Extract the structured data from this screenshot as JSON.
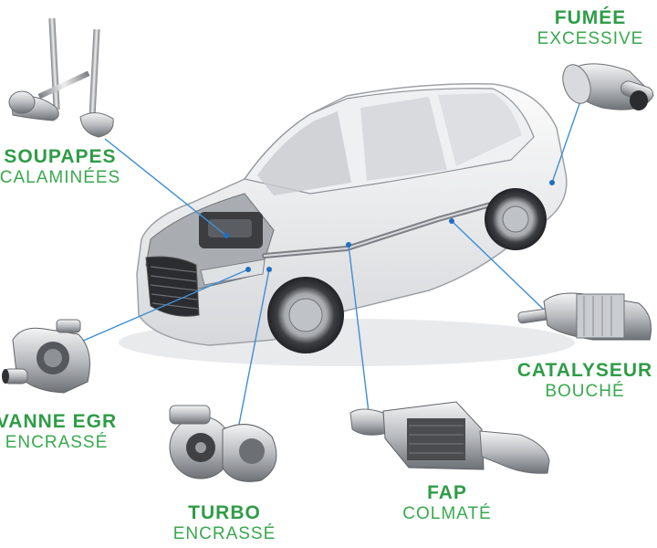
{
  "colors": {
    "label_title": "#2f9c47",
    "label_sub": "#3aa84f",
    "leader_line": "#3d8fd6",
    "leader_dot": "#1f6fc0"
  },
  "labels": {
    "fumee": {
      "title": "FUMÉE",
      "subtitle": "EXCESSIVE"
    },
    "soupapes": {
      "title": "SOUPAPES",
      "subtitle": "CALAMINÉES"
    },
    "egr": {
      "title": "VANNE EGR",
      "subtitle": "ENCRASSÉ"
    },
    "turbo": {
      "title": "TURBO",
      "subtitle": "ENCRASSÉ"
    },
    "fap": {
      "title": "FAP",
      "subtitle": "COLMATÉ"
    },
    "catalyseur": {
      "title": "CATALYSEUR",
      "subtitle": "BOUCHÉ"
    }
  },
  "parts": {
    "car": "car-cutaway-illustration",
    "valves": "engine-valves-image",
    "muffler": "muffler-image",
    "catalyst": "catalytic-converter-image",
    "dpf": "particulate-filter-image",
    "turbo": "turbocharger-image",
    "egr": "egr-valve-image"
  }
}
